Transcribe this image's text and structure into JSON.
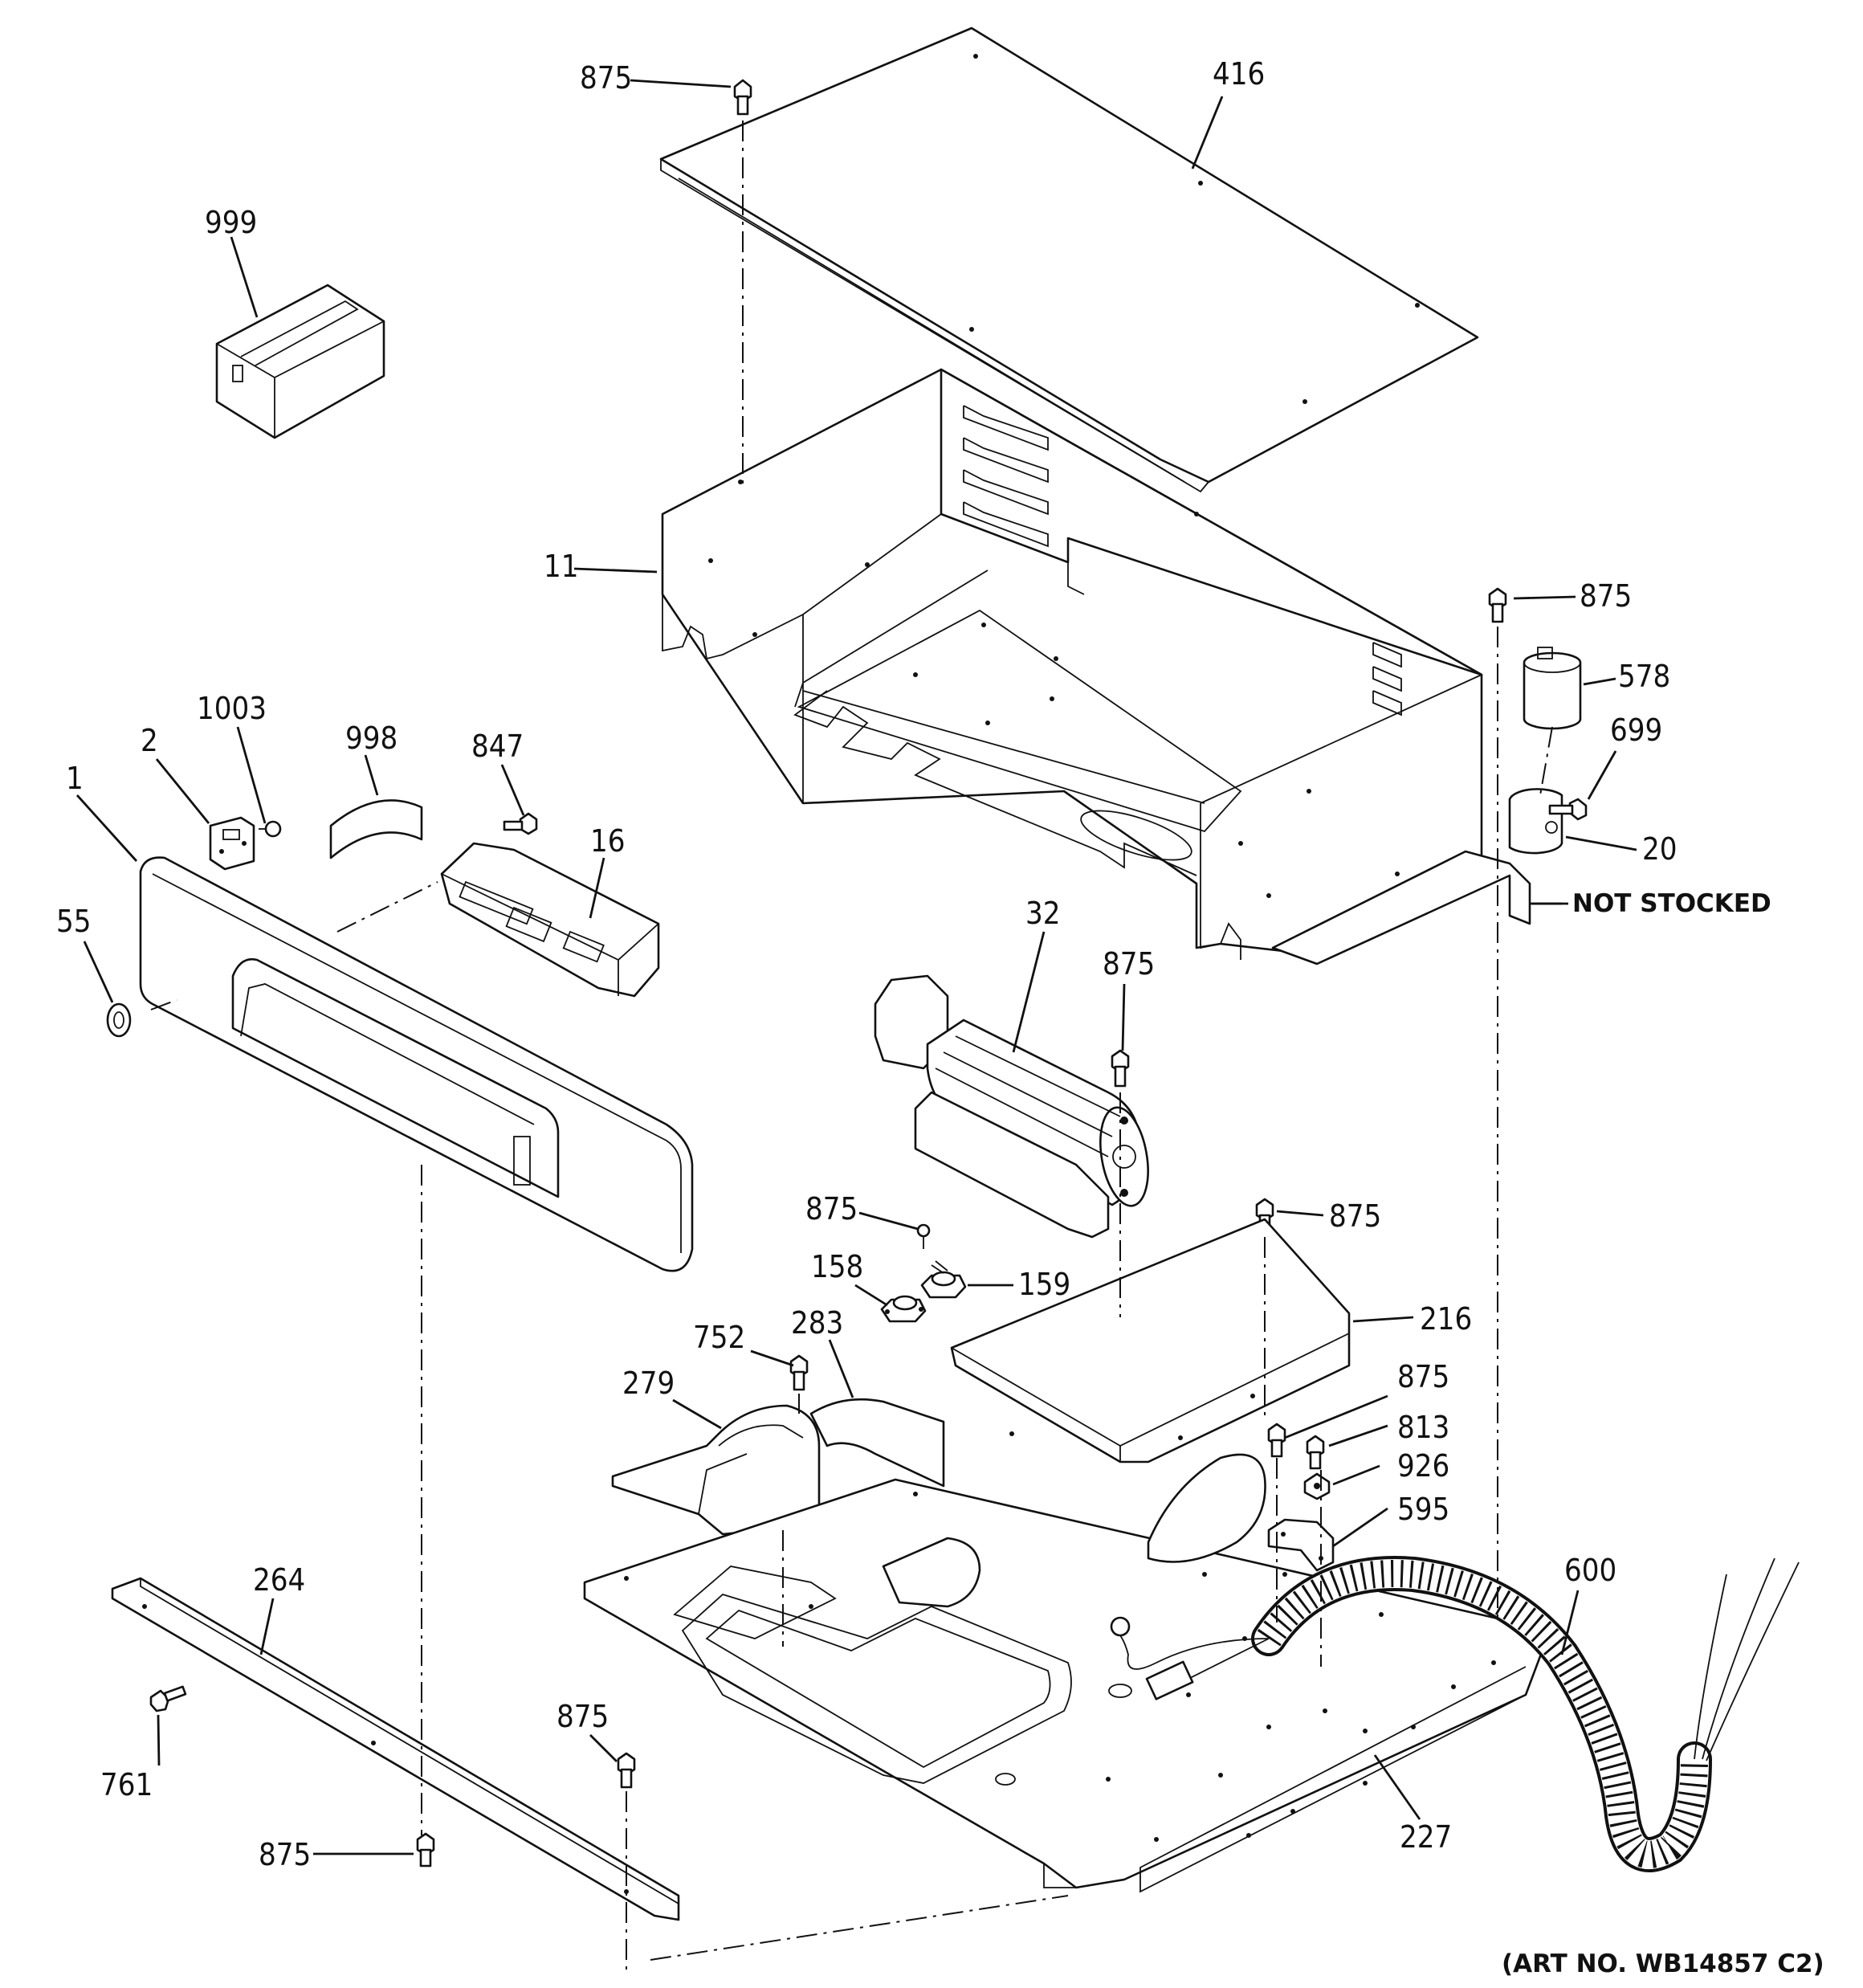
{
  "diagram": {
    "labels": {
      "p999": "999",
      "p875_top": "875",
      "p416": "416",
      "p11": "11",
      "p875_r1": "875",
      "p578": "578",
      "p699": "699",
      "p20": "20",
      "p1003": "1003",
      "p2": "2",
      "p998": "998",
      "p847": "847",
      "p1": "1",
      "p16": "16",
      "p55": "55",
      "p32": "32",
      "p875_fan": "875",
      "p875_stat": "875",
      "p158": "158",
      "p159": "159",
      "p875_r2": "875",
      "p216": "216",
      "p752": "752",
      "p283": "283",
      "p279": "279",
      "p875_r3": "875",
      "p813": "813",
      "p926": "926",
      "p595": "595",
      "p600": "600",
      "p264": "264",
      "p761": "761",
      "p875_bl": "875",
      "p875_bb": "875",
      "p227": "227"
    },
    "not_stocked": "NOT STOCKED",
    "art_no": "(ART NO. WB14857 C2)"
  }
}
